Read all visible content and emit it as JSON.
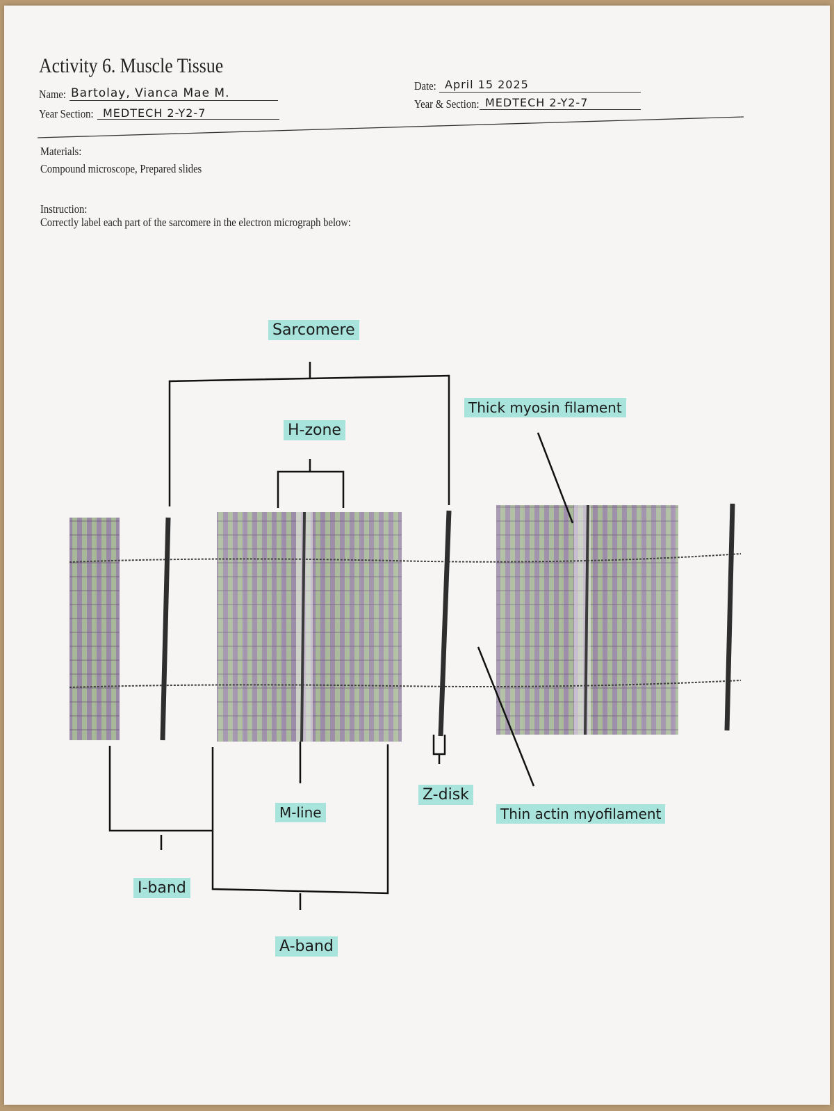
{
  "header": {
    "title": "Activity  6. Muscle Tissue",
    "name_label": "Name:",
    "name_value": "Bartolay, Vianca Mae M.",
    "year_section_label": "Year Section:",
    "year_section_value": "MEDTECH 2-Y2-7",
    "date_label": "Date:",
    "date_value": "April 15 2025",
    "year_section_label_right": "Year & Section:",
    "year_section_value_right": "MEDTECH 2-Y2-7"
  },
  "materials": {
    "label": "Materials:",
    "text": "Compound microscope, Prepared slides"
  },
  "instruction": {
    "label": "Instruction:",
    "text": "Correctly label each part of the sarcomere in the electron micrograph below:"
  },
  "labels": {
    "sarcomere": "Sarcomere",
    "h_zone": "H-zone",
    "thick": "Thick myosin filament",
    "m_line": "M-line",
    "z_disk": "Z-disk",
    "thin": "Thin actin myofilament",
    "i_band": "I-band",
    "a_band": "A-band"
  },
  "colors": {
    "highlight": "#a9e4dc",
    "micrograph_purple": "#8e6e9b",
    "micrograph_green": "#8ba97a"
  }
}
